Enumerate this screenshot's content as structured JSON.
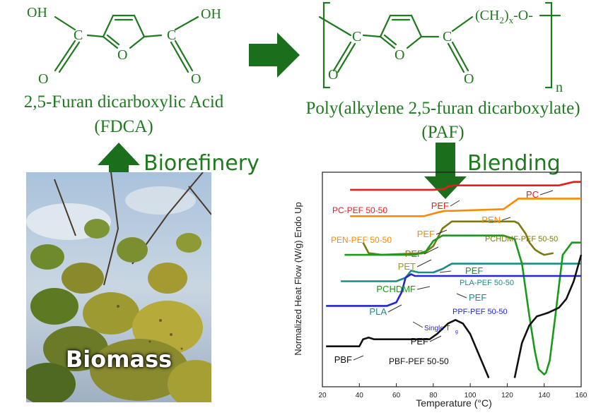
{
  "fdca": {
    "oh_left": "OH",
    "oh_right": "OH",
    "c1": "C",
    "c2": "C",
    "o_ring": "O",
    "o1": "O",
    "o2": "O",
    "name": "2,5-Furan dicarboxylic Acid",
    "abbr": "(FDCA)"
  },
  "paf": {
    "c1": "C",
    "c2": "C",
    "o_ring": "O",
    "o1": "O",
    "o2": "O",
    "chain": "(CH",
    "sub2": "2",
    "chain_end": ")",
    "subx": "x",
    "oxy": "-O-",
    "n": "n",
    "name": "Poly(alkylene 2,5-furan dicarboxylate)",
    "abbr": "(PAF)"
  },
  "arrows": {
    "biorefinery": "Biorefinery",
    "blending": "Blending"
  },
  "photo": {
    "label": "Biomass"
  },
  "colors": {
    "green": "#1f7a1f",
    "arrow_green": "#1b6e1b"
  },
  "chart_data": {
    "type": "line",
    "xlabel": "Temperature (°C)",
    "ylabel": "Normalized Heat Flow (W/g) Endo Up",
    "xlim": [
      20,
      160
    ],
    "xticks": [
      20,
      40,
      60,
      80,
      100,
      120,
      140,
      160
    ],
    "series": [
      {
        "name": "PC-PEF 50-50",
        "color": "#e81c1c",
        "x": [
          35,
          80,
          86,
          88,
          92,
          148,
          152,
          156,
          160
        ],
        "y": [
          0.92,
          0.92,
          0.925,
          0.94,
          0.945,
          0.945,
          0.955,
          0.965,
          0.965
        ]
      },
      {
        "name": "PEN-PEF 50-50",
        "color": "#ff8a00",
        "x": [
          35,
          75,
          82,
          86,
          90,
          118,
          122,
          126,
          160
        ],
        "y": [
          0.77,
          0.77,
          0.79,
          0.8,
          0.8,
          0.81,
          0.84,
          0.87,
          0.87
        ]
      },
      {
        "name": "PCHDMF-PEF 50-50",
        "color": "#7a7a10",
        "x": [
          42,
          45,
          52,
          75,
          80,
          85,
          90,
          124,
          126,
          130,
          132,
          135,
          138,
          140,
          145
        ],
        "y": [
          0.62,
          0.56,
          0.55,
          0.56,
          0.6,
          0.7,
          0.74,
          0.74,
          0.73,
          0.67,
          0.62,
          0.58,
          0.56,
          0.55,
          0.56
        ]
      },
      {
        "name": "PLA-PEF 50-50",
        "color": "#1f8a8a",
        "x": [
          30,
          60,
          65,
          68,
          72,
          80,
          85,
          90,
          98,
          160
        ],
        "y": [
          0.4,
          0.4,
          0.42,
          0.46,
          0.45,
          0.45,
          0.47,
          0.5,
          0.5,
          0.5
        ]
      },
      {
        "name": "PCHDMF",
        "color": "#1a9a1a",
        "x": [
          32,
          70,
          76,
          80,
          85,
          90,
          100,
          118,
          124,
          128,
          132,
          135,
          137,
          139,
          140,
          141,
          143,
          146,
          150,
          155,
          160
        ],
        "y": [
          0.55,
          0.55,
          0.57,
          0.63,
          0.66,
          0.66,
          0.66,
          0.66,
          0.64,
          0.5,
          0.2,
          0.0,
          -0.1,
          -0.12,
          -0.13,
          -0.12,
          -0.05,
          0.2,
          0.55,
          0.62,
          0.62
        ]
      },
      {
        "name": "PPF-PEF 50-50",
        "color": "#2424d8",
        "x": [
          22,
          55,
          60,
          63,
          65,
          68,
          70,
          160
        ],
        "y": [
          0.26,
          0.26,
          0.28,
          0.34,
          0.42,
          0.44,
          0.43,
          0.43
        ]
      },
      {
        "name": "PBF-PEF 50-50",
        "color": "#111111",
        "x": [
          22,
          40,
          42,
          45,
          48,
          78,
          82,
          88,
          92,
          96,
          100,
          104,
          108,
          110
        ],
        "y": [
          0.03,
          0.03,
          0.07,
          0.08,
          0.07,
          0.07,
          0.1,
          0.16,
          0.18,
          0.16,
          0.1,
          0.0,
          -0.1,
          -0.15
        ]
      },
      {
        "name": "PBF-PEF 50-50 tail",
        "color": "#111111",
        "x": [
          124,
          128,
          132,
          136,
          142,
          148,
          152,
          156,
          160
        ],
        "y": [
          -0.15,
          0.05,
          0.15,
          0.2,
          0.22,
          0.25,
          0.3,
          0.4,
          0.55
        ]
      }
    ],
    "annotations": [
      {
        "text": "PC",
        "color": "#e81c1c"
      },
      {
        "text": "PEF",
        "color": "#e81c1c"
      },
      {
        "text": "PC-PEF 50-50",
        "color": "#e81c1c"
      },
      {
        "text": "PEN",
        "color": "#ff8a00"
      },
      {
        "text": "PEF",
        "color": "#ff8a00"
      },
      {
        "text": "PEN-PEF 50-50",
        "color": "#ff8a00"
      },
      {
        "text": "PCHDMF-PEF 50-50",
        "color": "#7a7a10"
      },
      {
        "text": "PEF",
        "color": "#7a7a10"
      },
      {
        "text": "PET",
        "color": "#9a9a18"
      },
      {
        "text": "PEF",
        "color": "#1a9a1a"
      },
      {
        "text": "PCHDMF",
        "color": "#1a9a1a"
      },
      {
        "text": "PLA-PEF 50-50",
        "color": "#1f8a8a"
      },
      {
        "text": "PEF",
        "color": "#1f8a8a"
      },
      {
        "text": "PLA",
        "color": "#1f8a8a"
      },
      {
        "text": "PPF-PEF 50-50",
        "color": "#2424d8"
      },
      {
        "text": "Single T",
        "color": "#2424d8"
      },
      {
        "text": "g",
        "color": "#2424d8"
      },
      {
        "text": "PEF",
        "color": "#111111"
      },
      {
        "text": "PBF",
        "color": "#111111"
      },
      {
        "text": "PBF-PEF 50-50",
        "color": "#111111"
      }
    ]
  }
}
